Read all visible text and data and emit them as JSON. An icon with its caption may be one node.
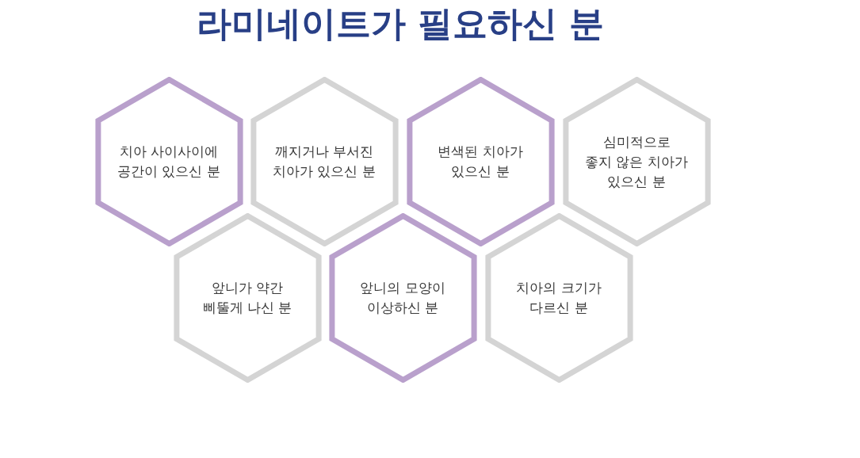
{
  "diagram": {
    "title": "라미네이트가 필요하신 분",
    "nodes": [
      {
        "text": [
          "치아 사이사이에 공간이 있으신 분"
        ]
      },
      {
        "text": [
          "깨지거나 부서진 치아가 있으신 분"
        ]
      },
      {
        "text": [
          "변색된 치아가 있으신 분"
        ]
      },
      {
        "text": [
          "심미적으로 좋지 않은 치아가 있으신 분"
        ]
      },
      {
        "text": [
          "앞니가 약간 삐뚤게 나신 분"
        ]
      },
      {
        "text": [
          "앞니의 모양이 이상하신 분"
        ]
      },
      {
        "text": [
          "치아의 크기가 다르신 분"
        ]
      }
    ]
  }
}
